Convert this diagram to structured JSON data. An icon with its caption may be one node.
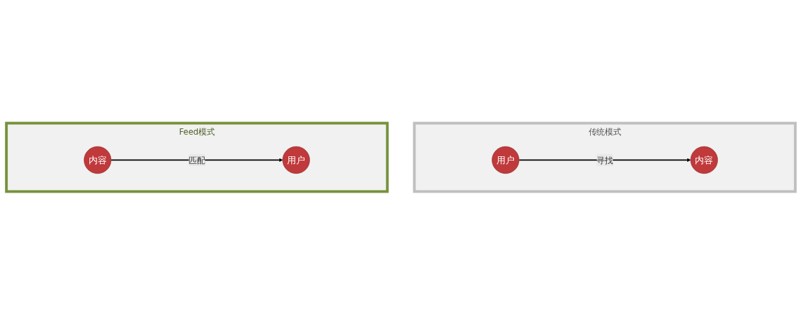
{
  "diagram": {
    "nodes": [
      {
        "text": [
          "传统模式"
        ]
      },
      {
        "text": [
          "用户"
        ],
        "in": 0
      },
      {
        "text": [
          "内容"
        ],
        "in": 0
      },
      {
        "text": [
          "Feed模式"
        ]
      },
      {
        "text": [
          "内容"
        ],
        "in": 3
      },
      {
        "text": [
          "用户"
        ],
        "in": 3
      }
    ],
    "edges": [
      {
        "from": 1,
        "to": 2,
        "arrow": "to",
        "label": "寻找"
      },
      {
        "from": 4,
        "to": 5,
        "arrow": "to",
        "label": "匹配"
      }
    ]
  }
}
